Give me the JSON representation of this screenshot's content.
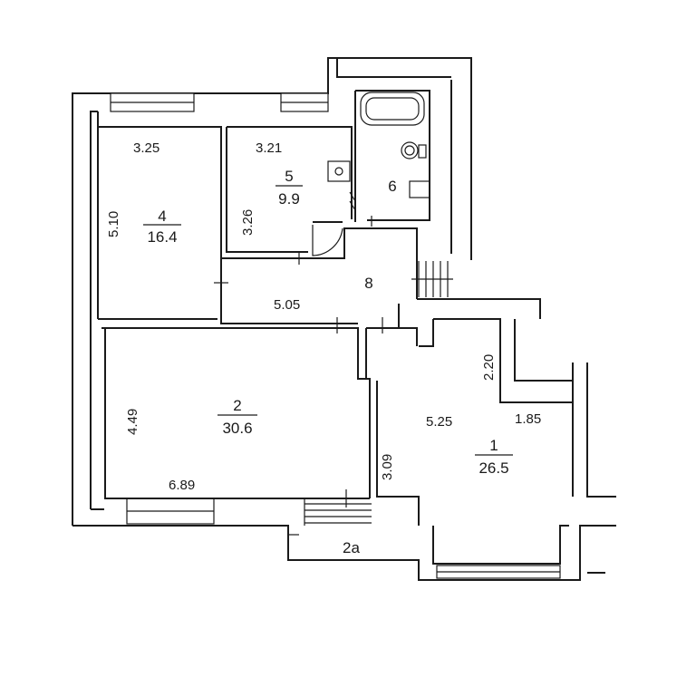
{
  "rooms": [
    {
      "number": "4",
      "area": "16.4",
      "width": "3.25",
      "length": "5.10"
    },
    {
      "number": "5",
      "area": "9.9",
      "width": "3.21",
      "length": "3.26"
    },
    {
      "number": "6"
    },
    {
      "number": "8",
      "length": "5.05"
    },
    {
      "number": "2",
      "area": "30.6",
      "width": "6.89",
      "length": "4.49"
    },
    {
      "number": "1",
      "area": "26.5",
      "width": "5.25",
      "side": "1.85",
      "nook": "2.20",
      "length": "3.09"
    },
    {
      "number": "2a"
    }
  ]
}
